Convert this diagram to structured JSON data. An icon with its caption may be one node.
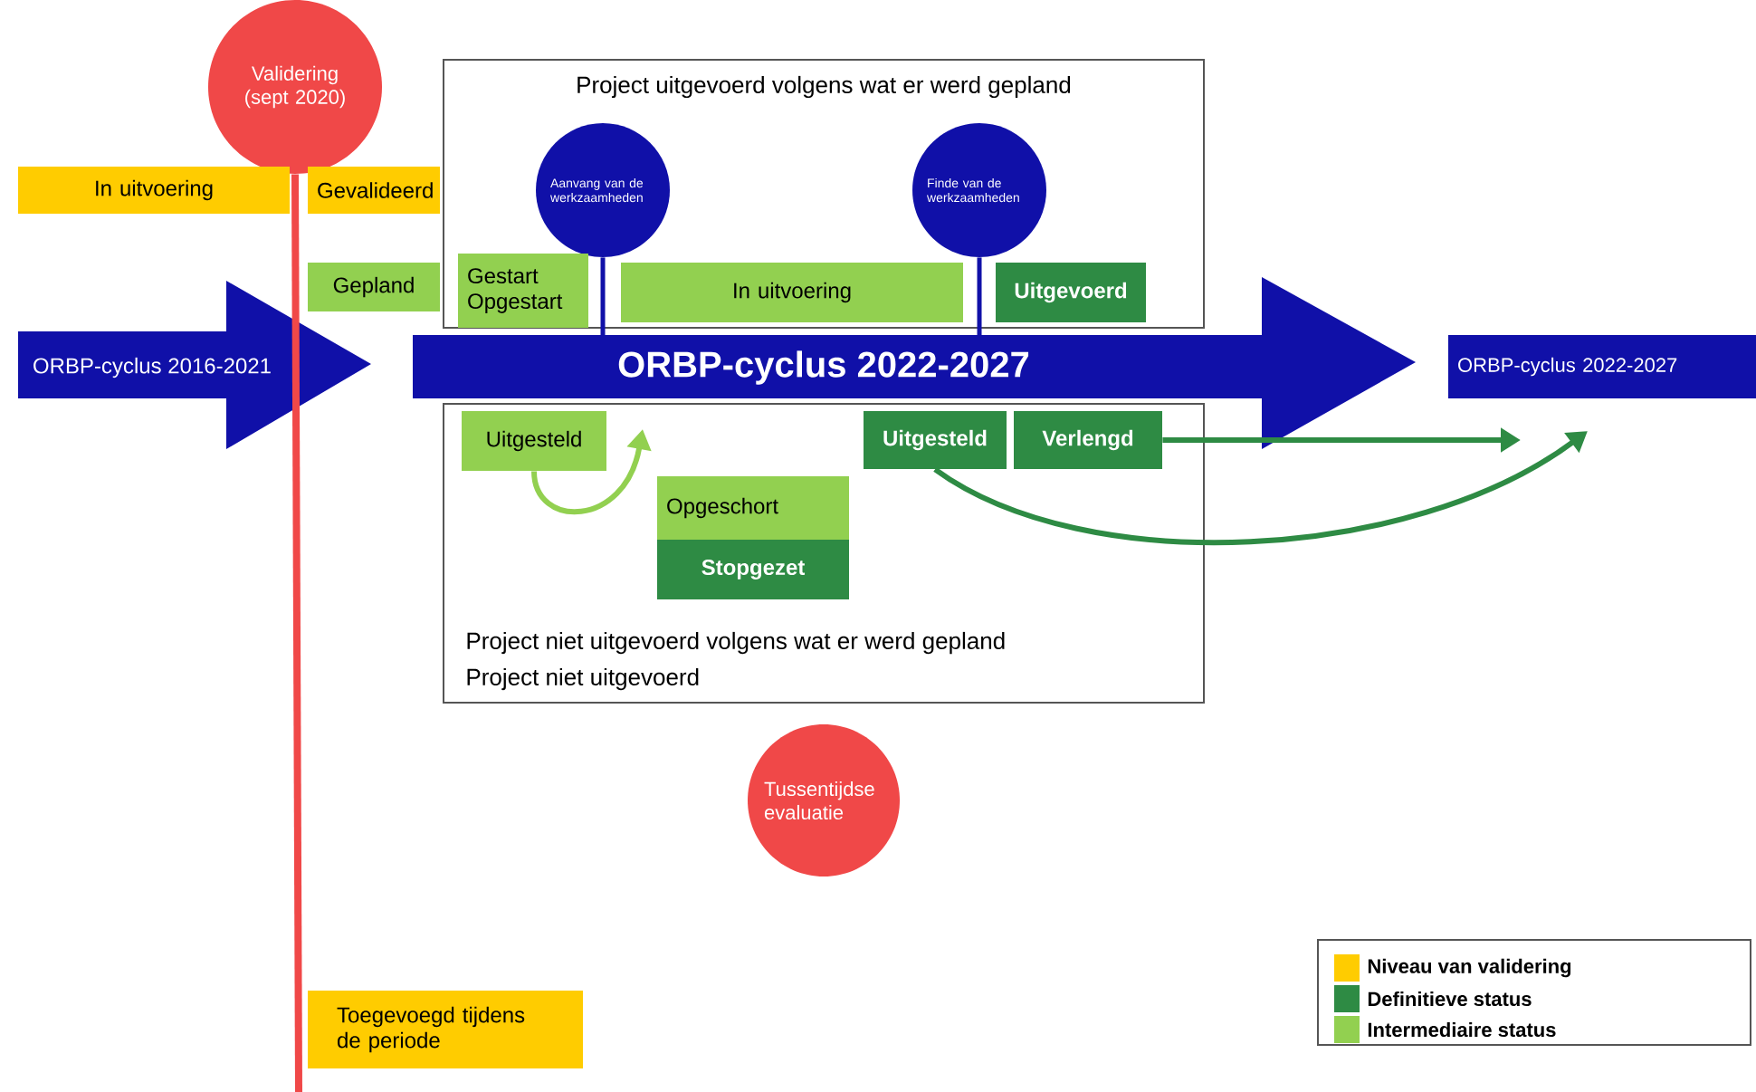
{
  "diagram": {
    "nodes": [
      {
        "text": [
          "Validering (sept 2020)"
        ]
      },
      {
        "text": [
          "In uitvoering"
        ]
      },
      {
        "text": [
          "Gevalideerd"
        ]
      },
      {
        "text": [
          "Gepland"
        ]
      },
      {
        "text": [
          "ORBP-cyclus 2016-2021"
        ]
      },
      {
        "text": [
          "Project uitgevoerd volgens wat er werd gepland"
        ]
      },
      {
        "text": [
          "Aanvang van de werkzaamheden"
        ],
        "in": 5
      },
      {
        "text": [
          "Finde van de werkzaamheden"
        ],
        "in": 5
      },
      {
        "text": [
          "Gestart Opgestart"
        ],
        "in": 5
      },
      {
        "text": [
          "In uitvoering"
        ],
        "in": 5
      },
      {
        "text": [
          "Uitgevoerd"
        ],
        "in": 5
      },
      {
        "text": [
          "ORBP-cyclus 2022-2027"
        ]
      },
      {
        "text": [
          "ORBP-cyclus 2022-2027"
        ]
      },
      {
        "text": [
          "Project niet uitgevoerd volgens wat er werd gepland",
          "Project niet uitgevoerd"
        ]
      },
      {
        "text": [
          "Uitgesteld"
        ],
        "in": 13
      },
      {
        "text": [
          "Opgeschort"
        ],
        "in": 13
      },
      {
        "text": [
          "Stopgezet"
        ],
        "in": 13
      },
      {
        "text": [
          "Uitgesteld"
        ],
        "in": 13
      },
      {
        "text": [
          "Verlengd"
        ],
        "in": 13
      },
      {
        "text": [
          "Tussentijdse evaluatie"
        ]
      },
      {
        "text": [
          "Toegevoegd tijdens de periode"
        ]
      }
    ],
    "edges": [
      {
        "from": 0,
        "to": null,
        "arrow": "none",
        "color": "#f04848"
      },
      {
        "from": 6,
        "to": 11,
        "arrow": "none",
        "color": "#1010a8"
      },
      {
        "from": 7,
        "to": 11,
        "arrow": "none",
        "color": "#1010a8"
      },
      {
        "from": 14,
        "to": null,
        "arrow": "to",
        "color": "#92d050"
      },
      {
        "from": 17,
        "to": null,
        "arrow": "to",
        "color": "#2e8b44"
      },
      {
        "from": 18,
        "to": null,
        "arrow": "to",
        "color": "#2e8b44"
      }
    ],
    "legend": [
      {
        "text": "Niveau van validering",
        "color": "#ffcc00"
      },
      {
        "text": "Definitieve status",
        "color": "#2e8b44"
      },
      {
        "text": "Intermediaire status",
        "color": "#92d050"
      }
    ]
  }
}
